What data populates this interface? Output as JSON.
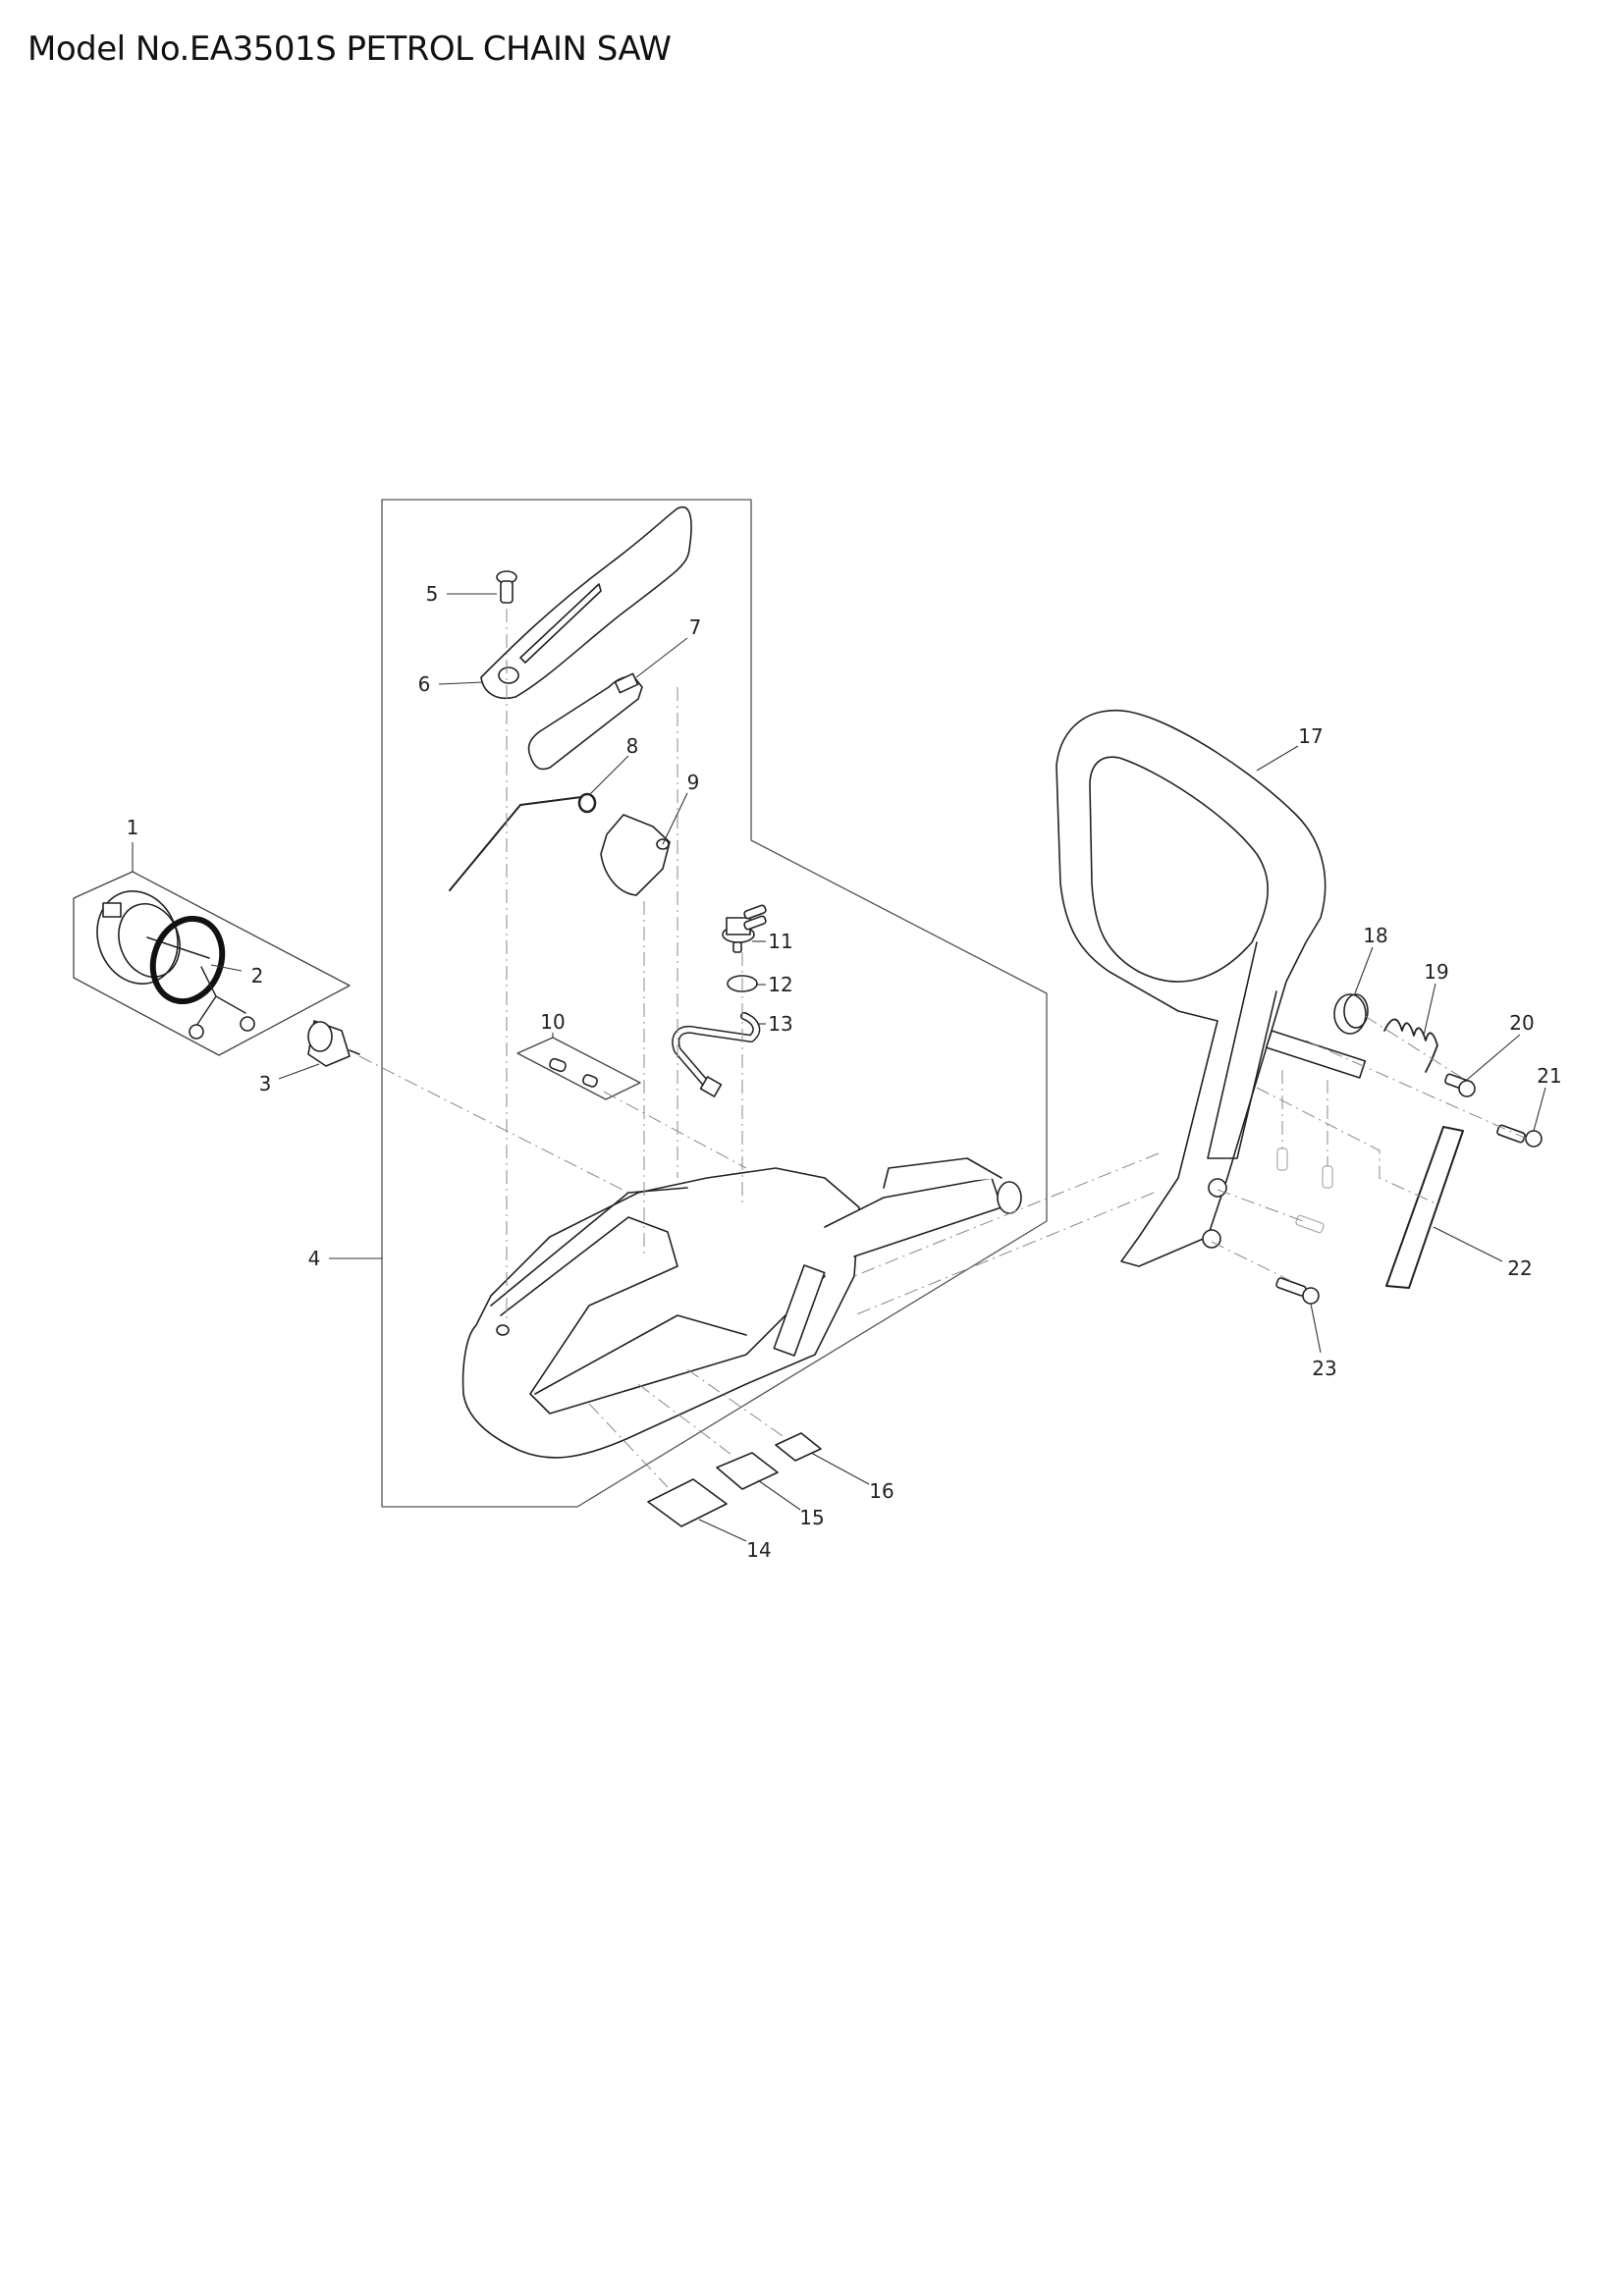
{
  "header": {
    "title": "Model No.EA3501S PETROL CHAIN SAW"
  },
  "diagram": {
    "type": "exploded-parts-diagram",
    "parts": [
      {
        "no": "1",
        "label": "1",
        "description": "fuel cap assembly (kit)"
      },
      {
        "no": "2",
        "label": "2",
        "description": "o-ring"
      },
      {
        "no": "3",
        "label": "3",
        "description": "fuel filter"
      },
      {
        "no": "4",
        "label": "4",
        "description": "rear handle / tank housing assembly"
      },
      {
        "no": "5",
        "label": "5",
        "description": "screw"
      },
      {
        "no": "6",
        "label": "6",
        "description": "handle cover"
      },
      {
        "no": "7",
        "label": "7",
        "description": "throttle lever"
      },
      {
        "no": "8",
        "label": "8",
        "description": "torsion spring"
      },
      {
        "no": "9",
        "label": "9",
        "description": "throttle lock lever"
      },
      {
        "no": "10",
        "label": "10",
        "description": "pin set (kit)"
      },
      {
        "no": "11",
        "label": "11",
        "description": "oil pump / valve"
      },
      {
        "no": "12",
        "label": "12",
        "description": "o-ring"
      },
      {
        "no": "13",
        "label": "13",
        "description": "hose"
      },
      {
        "no": "14",
        "label": "14",
        "description": "damper pad"
      },
      {
        "no": "15",
        "label": "15",
        "description": "damper pad"
      },
      {
        "no": "16",
        "label": "16",
        "description": "damper pad"
      },
      {
        "no": "17",
        "label": "17",
        "description": "front handle"
      },
      {
        "no": "18",
        "label": "18",
        "description": "cap"
      },
      {
        "no": "19",
        "label": "19",
        "description": "spring"
      },
      {
        "no": "20",
        "label": "20",
        "description": "hex socket bolt"
      },
      {
        "no": "21",
        "label": "21",
        "description": "hex socket bolt"
      },
      {
        "no": "22",
        "label": "22",
        "description": "grip strip"
      },
      {
        "no": "23",
        "label": "23",
        "description": "bolt"
      }
    ]
  }
}
